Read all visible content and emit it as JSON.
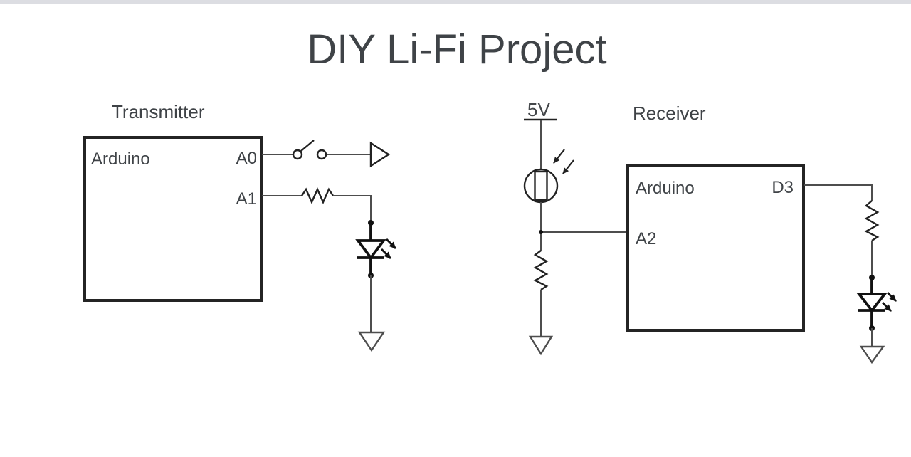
{
  "title": "DIY Li-Fi Project",
  "colors": {
    "label_green": "#4a9e44",
    "title_gray": "#3c4043",
    "wire_gray": "#4d4d4d",
    "component_black": "#111111"
  },
  "transmitter": {
    "label": "Transmitter",
    "chip_name": "Arduino",
    "pin_a0": "A0",
    "pin_a1": "A1",
    "symbols": [
      "spst-switch",
      "buffer",
      "resistor",
      "led",
      "ground"
    ]
  },
  "receiver": {
    "label": "Receiver",
    "supply": "5V",
    "chip_name": "Arduino",
    "pin_d3": "D3",
    "pin_a2": "A2",
    "symbols": [
      "photoresistor",
      "resistor",
      "ground",
      "led"
    ]
  }
}
